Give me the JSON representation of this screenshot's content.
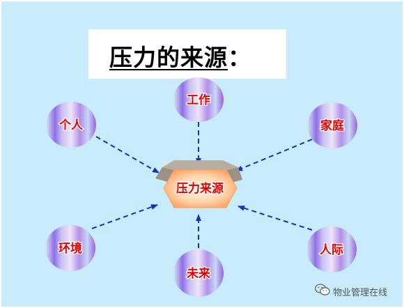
{
  "title": {
    "main": "压力的来源",
    "punct": "："
  },
  "center": {
    "label": "压力来源"
  },
  "nodes": [
    {
      "id": "work",
      "label": "工作"
    },
    {
      "id": "individual",
      "label": "个人"
    },
    {
      "id": "family",
      "label": "家庭"
    },
    {
      "id": "environment",
      "label": "环境"
    },
    {
      "id": "future",
      "label": "未来"
    },
    {
      "id": "relations",
      "label": "人际"
    }
  ],
  "watermark": {
    "text": "物业管理在线",
    "icon": "wechat-icon"
  },
  "colors": {
    "background": "#c8ecfb",
    "arrow": "#1a2fb8",
    "label": "#e00000",
    "node_light": "#d9ecf7",
    "node_purple": "#9a5fe0",
    "hex_center": "#ffe8c8",
    "hex_edge": "#ffa86a"
  }
}
